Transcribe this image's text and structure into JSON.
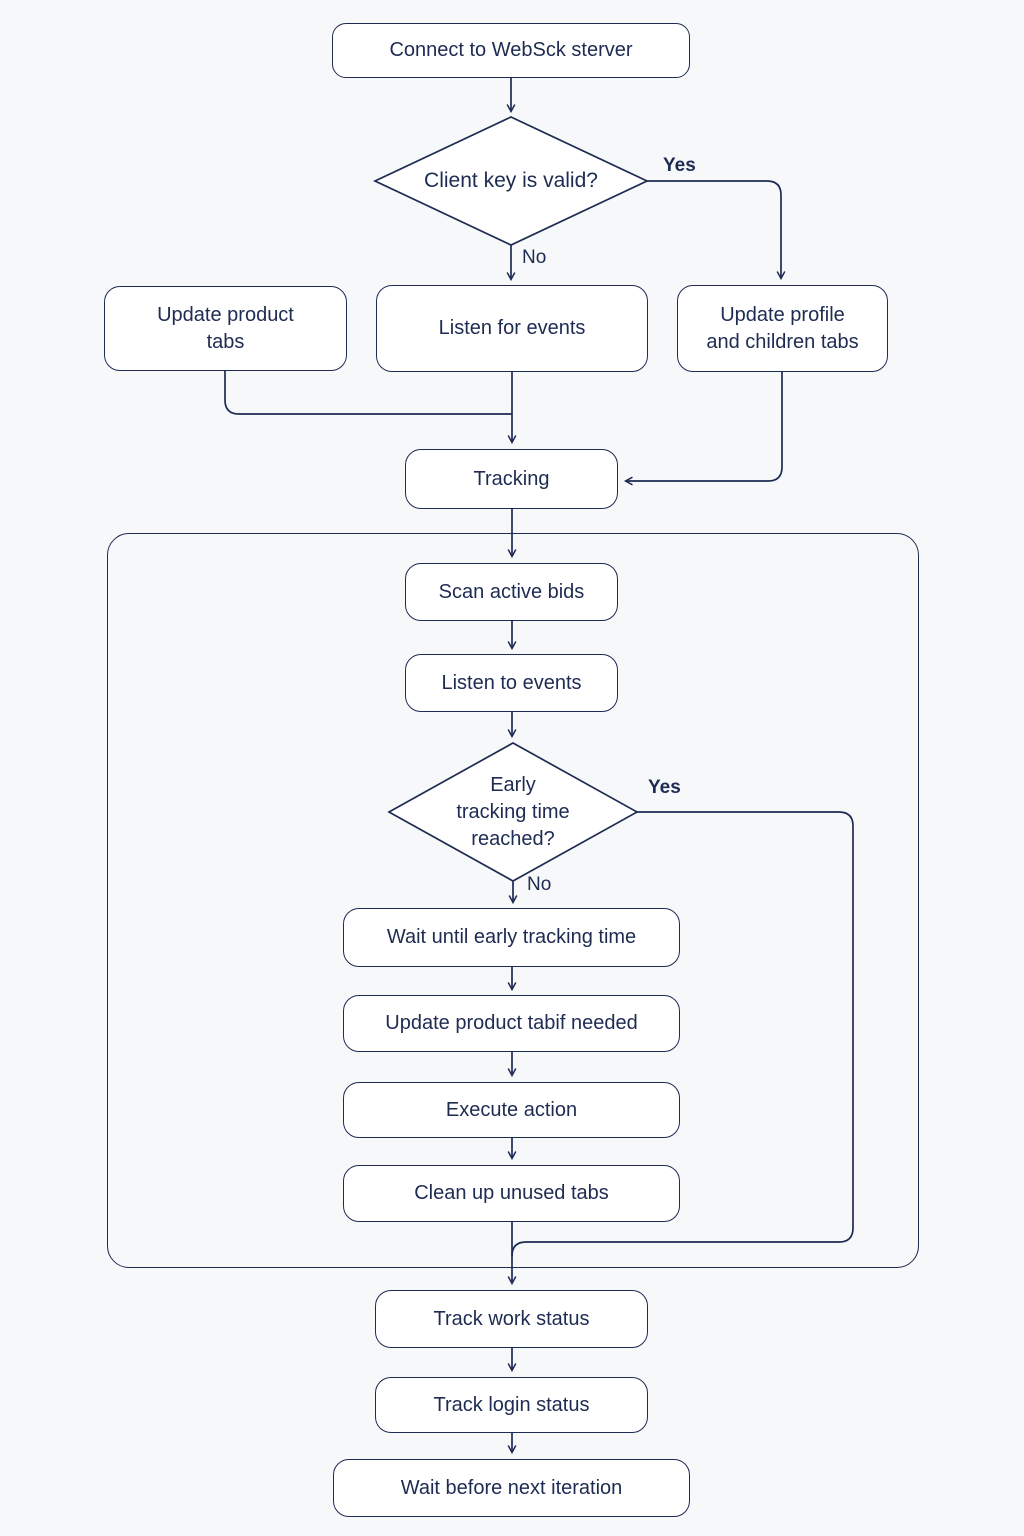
{
  "diagram": {
    "colors": {
      "background": "#f7f8fa",
      "stroke": "#1e2b52",
      "node_fill": "#ffffff",
      "text": "#1e2b52"
    },
    "nodes": {
      "connect": {
        "label": "Connect to WebSck sterver"
      },
      "client_key_valid": {
        "label": "Client key is valid?"
      },
      "update_product_tabs": {
        "lines": [
          "Update product",
          "tabs"
        ]
      },
      "listen_for_events": {
        "label": "Listen for events"
      },
      "update_profile": {
        "lines": [
          "Update profile",
          "and children tabs"
        ]
      },
      "tracking": {
        "label": "Tracking"
      },
      "scan_active_bids": {
        "label": "Scan active bids"
      },
      "listen_to_events": {
        "label": "Listen to events"
      },
      "early_tracking_reached": {
        "lines": [
          "Early",
          "tracking time",
          "reached?"
        ]
      },
      "wait_until_early": {
        "label": "Wait until early tracking time"
      },
      "update_product_tab_if_needed": {
        "label": "Update product tabif needed"
      },
      "execute_action": {
        "label": "Execute action"
      },
      "clean_up_unused_tabs": {
        "label": "Clean up unused tabs"
      },
      "track_work_status": {
        "label": "Track work status"
      },
      "track_login_status": {
        "label": "Track login status"
      },
      "wait_before_next_iteration": {
        "label": "Wait before next iteration"
      }
    },
    "edge_labels": {
      "client_key_yes": "Yes",
      "client_key_no": "No",
      "early_tracking_yes": "Yes",
      "early_tracking_no": "No"
    },
    "edges": [
      {
        "from": "connect",
        "to": "client_key_valid",
        "label": ""
      },
      {
        "from": "client_key_valid",
        "to": "update_profile",
        "label": "Yes"
      },
      {
        "from": "client_key_valid",
        "to": "listen_for_events",
        "label": "No"
      },
      {
        "from": "update_product_tabs",
        "to": "tracking",
        "label": ""
      },
      {
        "from": "listen_for_events",
        "to": "tracking",
        "label": ""
      },
      {
        "from": "update_profile",
        "to": "tracking",
        "label": ""
      },
      {
        "from": "tracking",
        "to": "scan_active_bids",
        "label": ""
      },
      {
        "from": "scan_active_bids",
        "to": "listen_to_events",
        "label": ""
      },
      {
        "from": "listen_to_events",
        "to": "early_tracking_reached",
        "label": ""
      },
      {
        "from": "early_tracking_reached",
        "to": "track_work_status",
        "label": "Yes"
      },
      {
        "from": "early_tracking_reached",
        "to": "wait_until_early",
        "label": "No"
      },
      {
        "from": "wait_until_early",
        "to": "update_product_tab_if_needed",
        "label": ""
      },
      {
        "from": "update_product_tab_if_needed",
        "to": "execute_action",
        "label": ""
      },
      {
        "from": "execute_action",
        "to": "clean_up_unused_tabs",
        "label": ""
      },
      {
        "from": "clean_up_unused_tabs",
        "to": "track_work_status",
        "label": ""
      },
      {
        "from": "track_work_status",
        "to": "track_login_status",
        "label": ""
      },
      {
        "from": "track_login_status",
        "to": "wait_before_next_iteration",
        "label": ""
      }
    ]
  }
}
